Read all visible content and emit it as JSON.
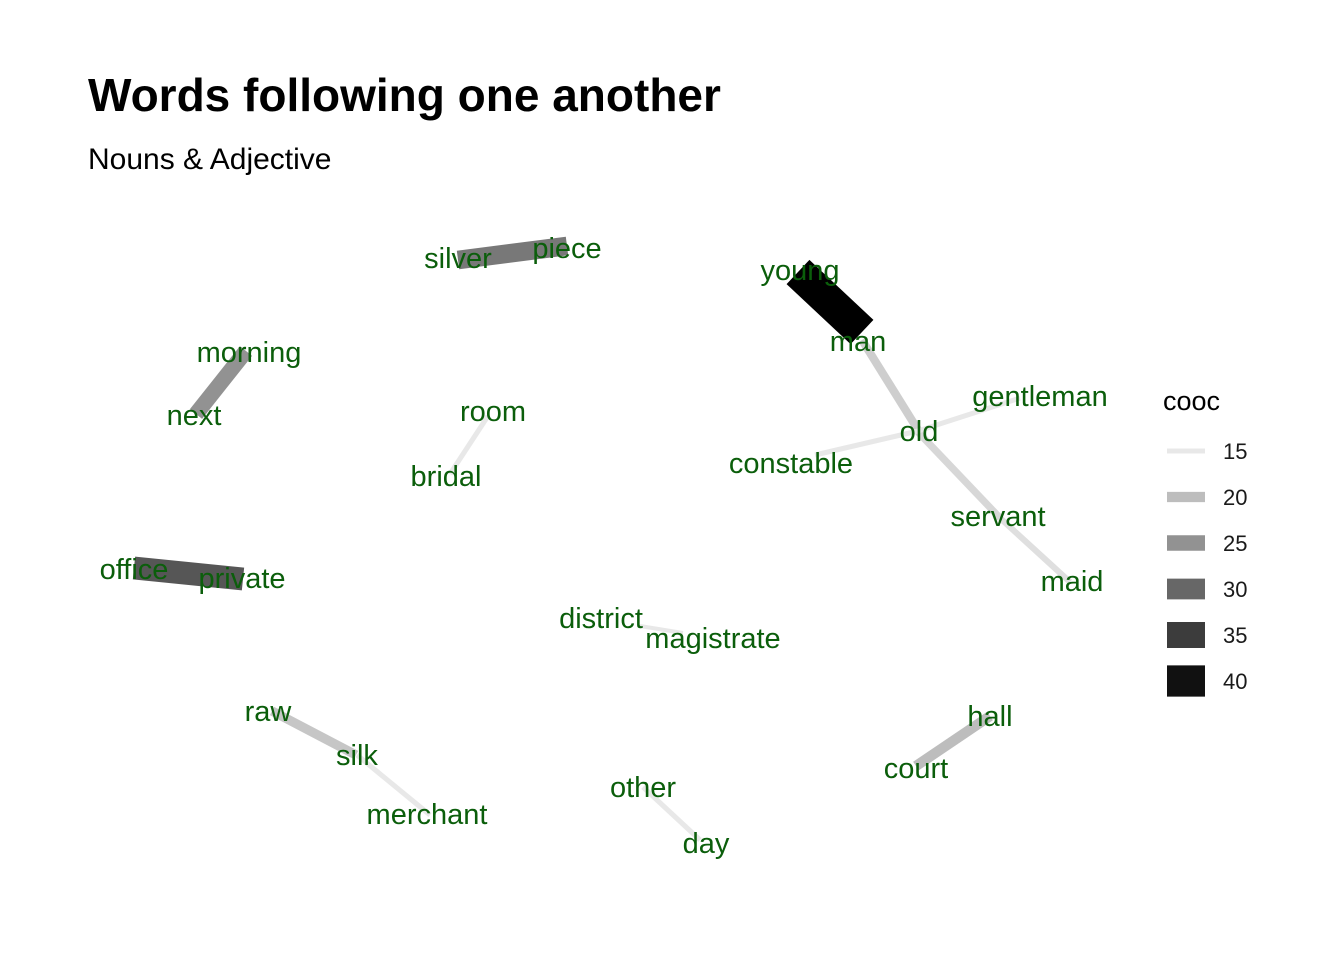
{
  "title": "Words following one another",
  "subtitle": "Nouns & Adjective",
  "colors": {
    "label": "#0b5e0b"
  },
  "chart_data": {
    "type": "network",
    "nodes": [
      "silver",
      "piece",
      "young",
      "man",
      "morning",
      "next",
      "room",
      "bridal",
      "gentleman",
      "old",
      "constable",
      "servant",
      "maid",
      "office",
      "private",
      "district",
      "magistrate",
      "raw",
      "silk",
      "merchant",
      "other",
      "day",
      "hall",
      "court"
    ],
    "edges": [
      {
        "from": "young",
        "to": "man",
        "cooc": 42
      },
      {
        "from": "office",
        "to": "private",
        "cooc": 32
      },
      {
        "from": "silver",
        "to": "piece",
        "cooc": 28
      },
      {
        "from": "morning",
        "to": "next",
        "cooc": 25
      },
      {
        "from": "man",
        "to": "old",
        "cooc": 18
      },
      {
        "from": "court",
        "to": "hall",
        "cooc": 20
      },
      {
        "from": "raw",
        "to": "silk",
        "cooc": 19
      },
      {
        "from": "old",
        "to": "servant",
        "cooc": 17
      },
      {
        "from": "servant",
        "to": "maid",
        "cooc": 16
      },
      {
        "from": "old",
        "to": "gentleman",
        "cooc": 15
      },
      {
        "from": "old",
        "to": "constable",
        "cooc": 15
      },
      {
        "from": "room",
        "to": "bridal",
        "cooc": 15
      },
      {
        "from": "silk",
        "to": "merchant",
        "cooc": 15
      },
      {
        "from": "other",
        "to": "day",
        "cooc": 15
      },
      {
        "from": "district",
        "to": "magistrate",
        "cooc": 14
      }
    ],
    "legend": {
      "title": "cooc",
      "position": "right",
      "items": [
        {
          "label": "15",
          "value": 15
        },
        {
          "label": "20",
          "value": 20
        },
        {
          "label": "25",
          "value": 25
        },
        {
          "label": "30",
          "value": 30
        },
        {
          "label": "35",
          "value": 35
        },
        {
          "label": "40",
          "value": 40
        }
      ]
    }
  }
}
